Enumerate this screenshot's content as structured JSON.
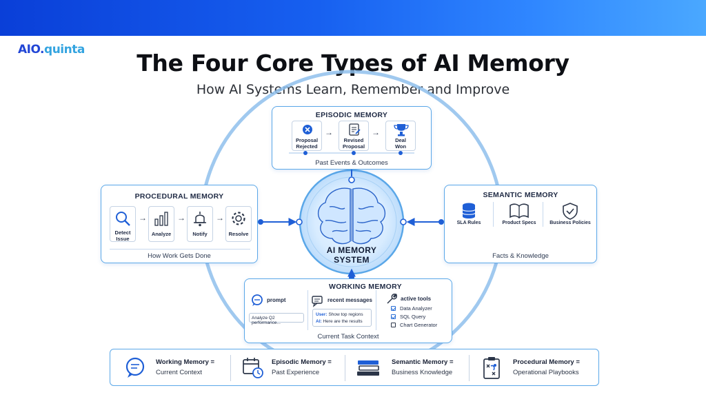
{
  "header": {
    "logo_part1": "AIO.",
    "logo_part2": "quinta",
    "title": "The Four Core Types of AI Memory",
    "subtitle": "How AI Systems Learn, Remember and Improve"
  },
  "center": {
    "line1": "AI MEMORY",
    "line2": "SYSTEM"
  },
  "episodic": {
    "title": "EPISODIC MEMORY",
    "steps": [
      {
        "label1": "Proposal",
        "label2": "Rejected",
        "icon": "x-circle-icon"
      },
      {
        "label1": "Revised",
        "label2": "Proposal",
        "icon": "document-edit-icon"
      },
      {
        "label1": "Deal",
        "label2": "Won",
        "icon": "trophy-icon"
      }
    ],
    "footer": "Past Events & Outcomes"
  },
  "procedural": {
    "title": "PROCEDURAL MEMORY",
    "steps": [
      {
        "label1": "Detect",
        "label2": "Issue",
        "icon": "magnifier-icon"
      },
      {
        "label1": "Analyze",
        "label2": "",
        "icon": "bar-chart-icon"
      },
      {
        "label1": "Notify",
        "label2": "",
        "icon": "bell-icon"
      },
      {
        "label1": "Resolve",
        "label2": "",
        "icon": "gear-icon"
      }
    ],
    "footer": "How Work Gets Done"
  },
  "semantic": {
    "title": "SEMANTIC MEMORY",
    "items": [
      {
        "label": "SLA Rules",
        "icon": "database-icon"
      },
      {
        "label": "Product Specs",
        "icon": "book-icon"
      },
      {
        "label": "Business Policies",
        "icon": "shield-icon"
      }
    ],
    "footer": "Facts & Knowledge"
  },
  "working": {
    "title": "WORKING MEMORY",
    "prompt_label": "prompt",
    "prompt_value": "Analyze Q2 performance...",
    "messages_label": "recent messages",
    "msg_user_tag": "User:",
    "msg_user_text": "Show top regions",
    "msg_ai_tag": "AI:",
    "msg_ai_text": "Here are the results",
    "tools_label": "active tools",
    "tools": [
      {
        "label": "Data Analyzer",
        "checked": true
      },
      {
        "label": "SQL Query",
        "checked": true
      },
      {
        "label": "Chart Generator",
        "checked": false
      }
    ],
    "footer": "Current Task Context"
  },
  "legend": [
    {
      "title": "Working Memory =",
      "desc": "Current Context",
      "icon": "chat-bubble-icon"
    },
    {
      "title": "Episodic Memory =",
      "desc": "Past Experience",
      "icon": "calendar-clock-icon"
    },
    {
      "title": "Semantic Memory =",
      "desc": "Business Knowledge",
      "icon": "books-stack-icon"
    },
    {
      "title": "Procedural Memory =",
      "desc": "Operational Playbooks",
      "icon": "playbook-icon"
    }
  ],
  "colors": {
    "accent": "#1f5fd6",
    "card_border": "#5aa7e8",
    "ring": "#8fc0ec"
  }
}
